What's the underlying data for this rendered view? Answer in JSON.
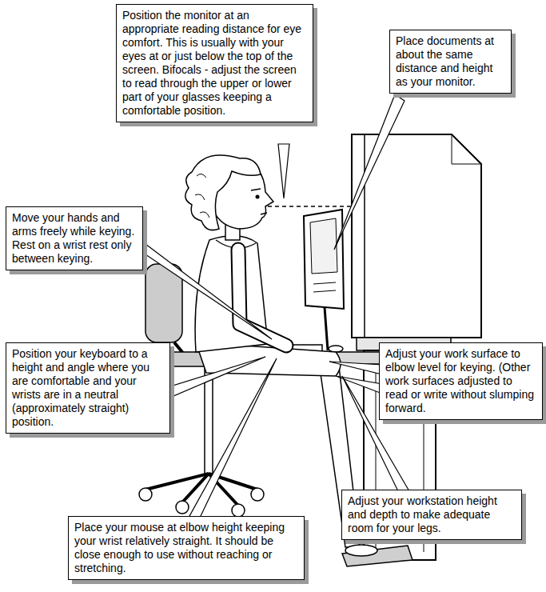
{
  "diagram": {
    "nodes": [
      {
        "text": [
          "Position the monitor at an appropriate reading distance for eye comfort. This is usually with your eyes at or just below the top of the screen. Bifocals - adjust the screen to read through the upper or lower part of your glasses keeping a comfortable position."
        ]
      },
      {
        "text": [
          "Place documents at about the same distance and height as your monitor."
        ]
      },
      {
        "text": [
          "Move your hands and arms freely while keying. Rest on a wrist rest only between keying."
        ]
      },
      {
        "text": [
          "Position your keyboard to a height and angle where you are comfortable and your wrists are in a neutral (approximately straight) position."
        ]
      },
      {
        "text": [
          "Adjust your work surface to elbow level for keying. (Other work surfaces adjusted to read or write without slumping forward."
        ]
      },
      {
        "text": [
          "Adjust your workstation height and depth to make adequate room for your legs."
        ]
      },
      {
        "text": [
          "Place your mouse at elbow height keeping your wrist relatively straight. It should be close enough to use without reaching or stretching."
        ]
      }
    ]
  }
}
